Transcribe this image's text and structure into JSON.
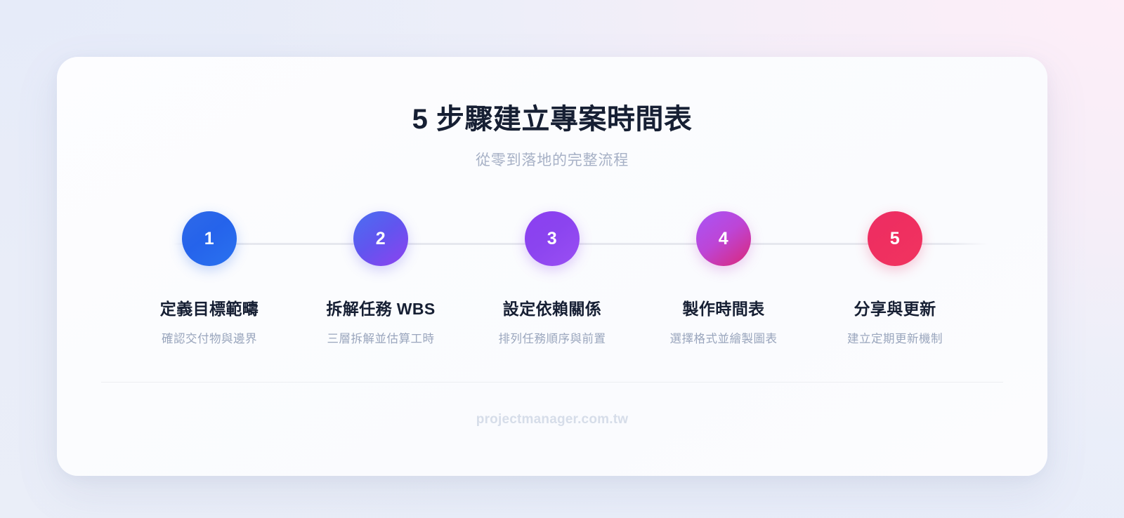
{
  "theme": {
    "page_background_start": "#e9edf8",
    "page_background_end": "#fdeef8",
    "card_background": "#fdfdff",
    "title_color": "#161f33",
    "subtitle_color": "#a7b1c6",
    "description_color": "#9aa6bd",
    "connector_color": "#e6e8ee",
    "divider_color": "#eceef2",
    "footer_color": "#d6dde9"
  },
  "header": {
    "title": "5 步驟建立專案時間表",
    "subtitle": "從零到落地的完整流程"
  },
  "steps": [
    {
      "number": "1",
      "title": "定義目標範疇",
      "description": "確認交付物與邊界",
      "color_start": "#2563eb",
      "color_end": "#3b82f6"
    },
    {
      "number": "2",
      "title": "拆解任務 WBS",
      "description": "三層拆解並估算工時",
      "color_start": "#4a6ff0",
      "color_end": "#8e42ef"
    },
    {
      "number": "3",
      "title": "設定依賴關係",
      "description": "排列任務順序與前置",
      "color_start": "#8b3ff0",
      "color_end": "#9a4ff3"
    },
    {
      "number": "4",
      "title": "製作時間表",
      "description": "選擇格式並繪製圖表",
      "color_start": "#a855f7",
      "color_end": "#db2777"
    },
    {
      "number": "5",
      "title": "分享與更新",
      "description": "建立定期更新機制",
      "color_start": "#ec2d63",
      "color_end": "#f0345f"
    }
  ],
  "footer": {
    "site": "projectmanager.com.tw"
  }
}
